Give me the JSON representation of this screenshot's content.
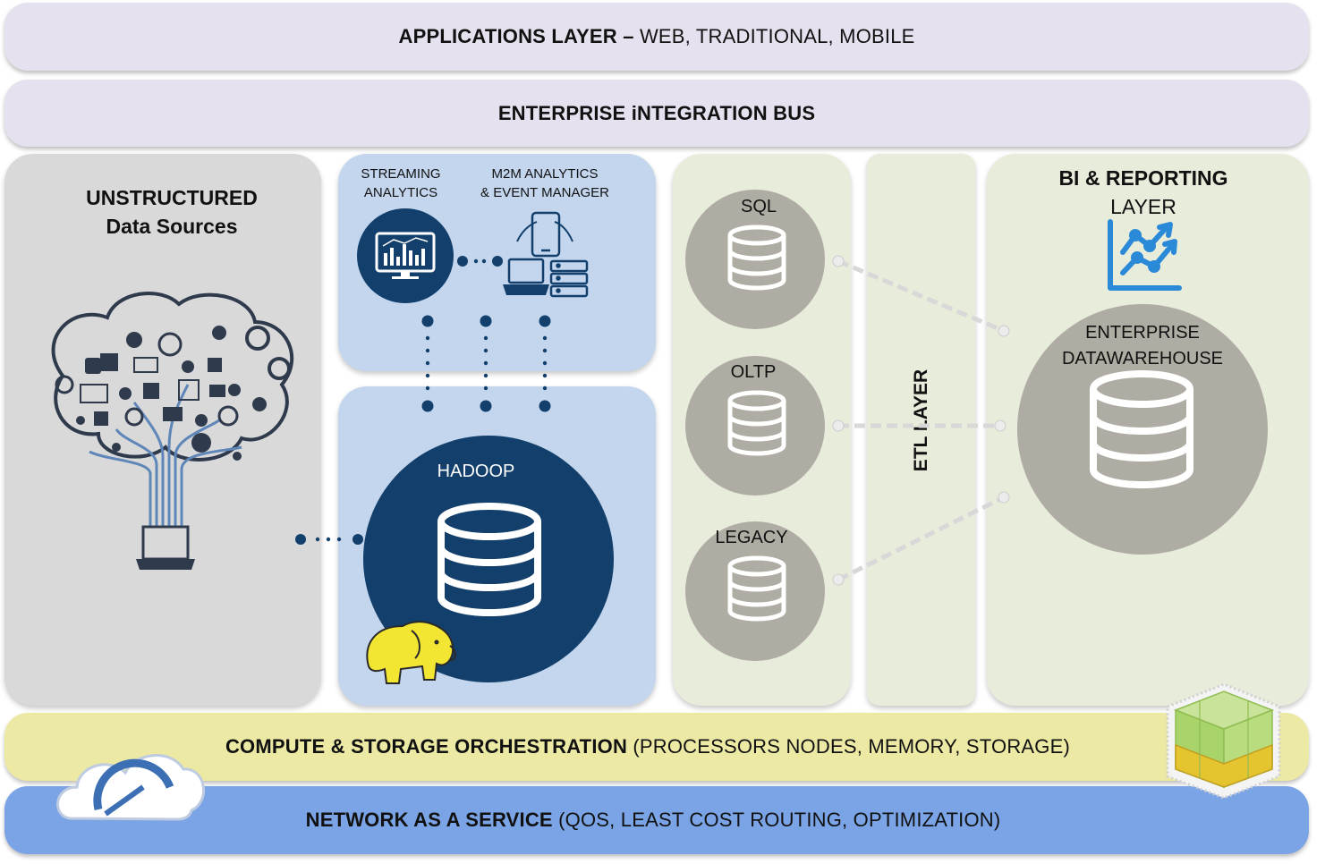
{
  "applications_layer": {
    "bold": "APPLICATIONS LAYER –",
    "rest": " WEB, TRADITIONAL, MOBILE"
  },
  "integration_bus": {
    "bold": "ENTERPRISE iNTEGRATION BUS"
  },
  "unstructured": {
    "line1": "UNSTRUCTURED",
    "line2": "Data Sources"
  },
  "streaming": {
    "line1": "STREAMING",
    "line2": "ANALYTICS"
  },
  "m2m": {
    "line1": "M2M ANALYTICS",
    "line2": "& EVENT MANAGER"
  },
  "hadoop": {
    "label": "HADOOP"
  },
  "databases": {
    "sql": "SQL",
    "oltp": "OLTP",
    "legacy": "LEGACY"
  },
  "etl": {
    "label": "ETL LAYER"
  },
  "bi": {
    "line1": "BI & REPORTING",
    "line2": "LAYER"
  },
  "warehouse": {
    "line1": "ENTERPRISE",
    "line2": "DATAWAREHOUSE"
  },
  "compute": {
    "bold": "COMPUTE & STORAGE ORCHESTRATION",
    "rest": " (PROCESSORS NODES, MEMORY, STORAGE)"
  },
  "network": {
    "bold": "NETWORK AS A SERVICE",
    "rest": " (QOS, LEAST COST ROUTING, OPTIMIZATION)"
  },
  "colors": {
    "app_band": "#e6e1ee",
    "unstructured_panel": "#d9d9d9",
    "analytics_panel": "#c3d6ee",
    "hadoop_circle": "#123f6b",
    "db_panel": "#e8ecdb",
    "db_circle": "#aeaca3",
    "compute_band": "#ece9a5",
    "network_band": "#7aa4e6",
    "chart_blue": "#2b8ad8"
  }
}
